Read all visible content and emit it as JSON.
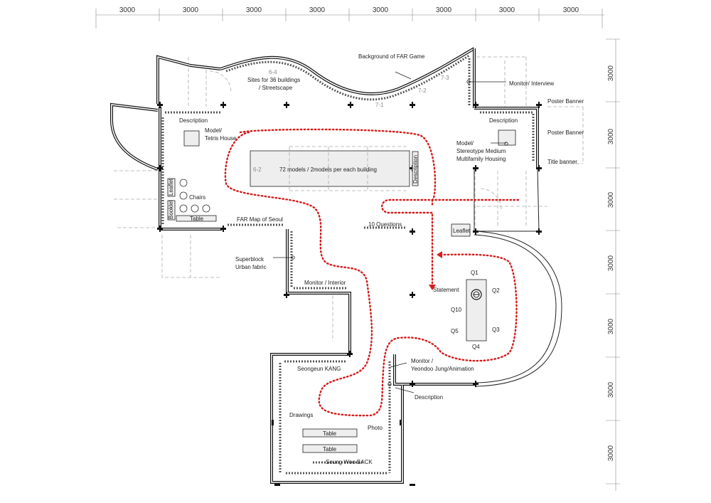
{
  "dimensions": {
    "top": [
      "3000",
      "3000",
      "3000",
      "3000",
      "3000",
      "3000",
      "3000",
      "3000"
    ],
    "right": [
      "3000",
      "3000",
      "3000",
      "3000",
      "3000",
      "3000",
      "3000"
    ]
  },
  "labels": {
    "description_left": "Description",
    "model_tetris_1": "Model/",
    "model_tetris_2": "Tetris House",
    "leaflet_left": "Leaflet",
    "booklet": "Booklet",
    "chairs": "Chairs",
    "table_left": "Table",
    "far_map": "FAR Map of Seoul",
    "superblock_1": "Superblock",
    "superblock_2": "Urban fabric",
    "monitor_interior": "Monitor / Interior",
    "sites_code": "6-4",
    "sites_1": "Sites for 36 buildings",
    "sites_2": "/ Streetscape",
    "background_far": "Background of FAR Game",
    "code_7_1": "7-1",
    "code_7_2": "7-2",
    "code_7_3": "7-3",
    "models_72": "72 models / 2models per each building",
    "code_6_2": "6-2",
    "description_center": "Description",
    "ten_questions": "10 Questions",
    "monitor_interview": "Monitor/ Interview",
    "description_right": "Description",
    "poster_banner_1": "Poster Banner",
    "poster_banner_2": "Poster Banner",
    "title_banner": "Title banner",
    "model_stereo_1": "Model/",
    "model_stereo_2": "Stereotype Medium",
    "model_stereo_3": "Multifamily Housing",
    "leaflet_right": "Leaflet",
    "statement": "Statement",
    "q1": "Q1",
    "q2": "Q2",
    "q3": "Q3",
    "q4": "Q4",
    "q5": "Q5",
    "q10": "Q10",
    "monitor_yj_1": "Monitor /",
    "monitor_yj_2": "Yeondoo Jung/Animation",
    "description_bottom": "Description",
    "seongeun": "Seongeun KANG",
    "drawings": "Drawings",
    "photo": "Photo",
    "table_b1": "Table",
    "table_b2": "Table",
    "seungwoo": "Seung Woo BACK"
  },
  "colors": {
    "route": "#d41c1c",
    "wall": "#111111",
    "ghost": "#aaaaaa"
  }
}
